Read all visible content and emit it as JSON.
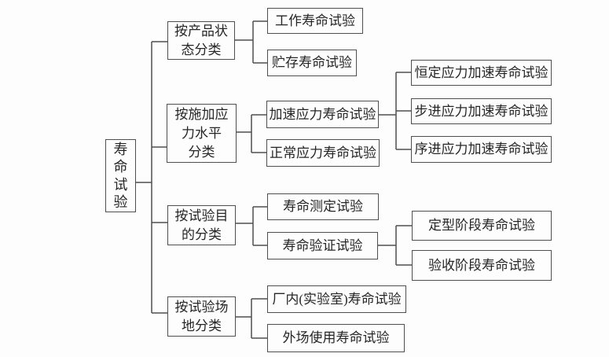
{
  "figure": {
    "title_hint": "寿命试验分类",
    "colors": {
      "line": "#4f4f4f",
      "text": "#262626",
      "background": "#fdfdfd"
    },
    "root": {
      "label": "寿命试验"
    },
    "branches": [
      {
        "lines": [
          "按产品状",
          "态分类"
        ],
        "children": [
          {
            "label": "工作寿命试验"
          },
          {
            "label": "贮存寿命试验"
          }
        ]
      },
      {
        "lines": [
          "按施加应",
          "力水平",
          "分类"
        ],
        "children": [
          {
            "label": "加速应力寿命试验",
            "children": [
              {
                "label": "恒定应力加速寿命试验"
              },
              {
                "label": "步进应力加速寿命试验"
              },
              {
                "label": "序进应力加速寿命试验"
              }
            ]
          },
          {
            "label": "正常应力寿命试验"
          }
        ]
      },
      {
        "lines": [
          "按试验目",
          "的分类"
        ],
        "children": [
          {
            "label": "寿命测定试验"
          },
          {
            "label": "寿命验证试验",
            "children": [
              {
                "label": "定型阶段寿命试验"
              },
              {
                "label": "验收阶段寿命试验"
              }
            ]
          }
        ]
      },
      {
        "lines": [
          "按试验场",
          "地分类"
        ],
        "children": [
          {
            "label": "厂内(实验室)寿命试验"
          },
          {
            "label": "外场使用寿命试验"
          }
        ]
      }
    ]
  }
}
